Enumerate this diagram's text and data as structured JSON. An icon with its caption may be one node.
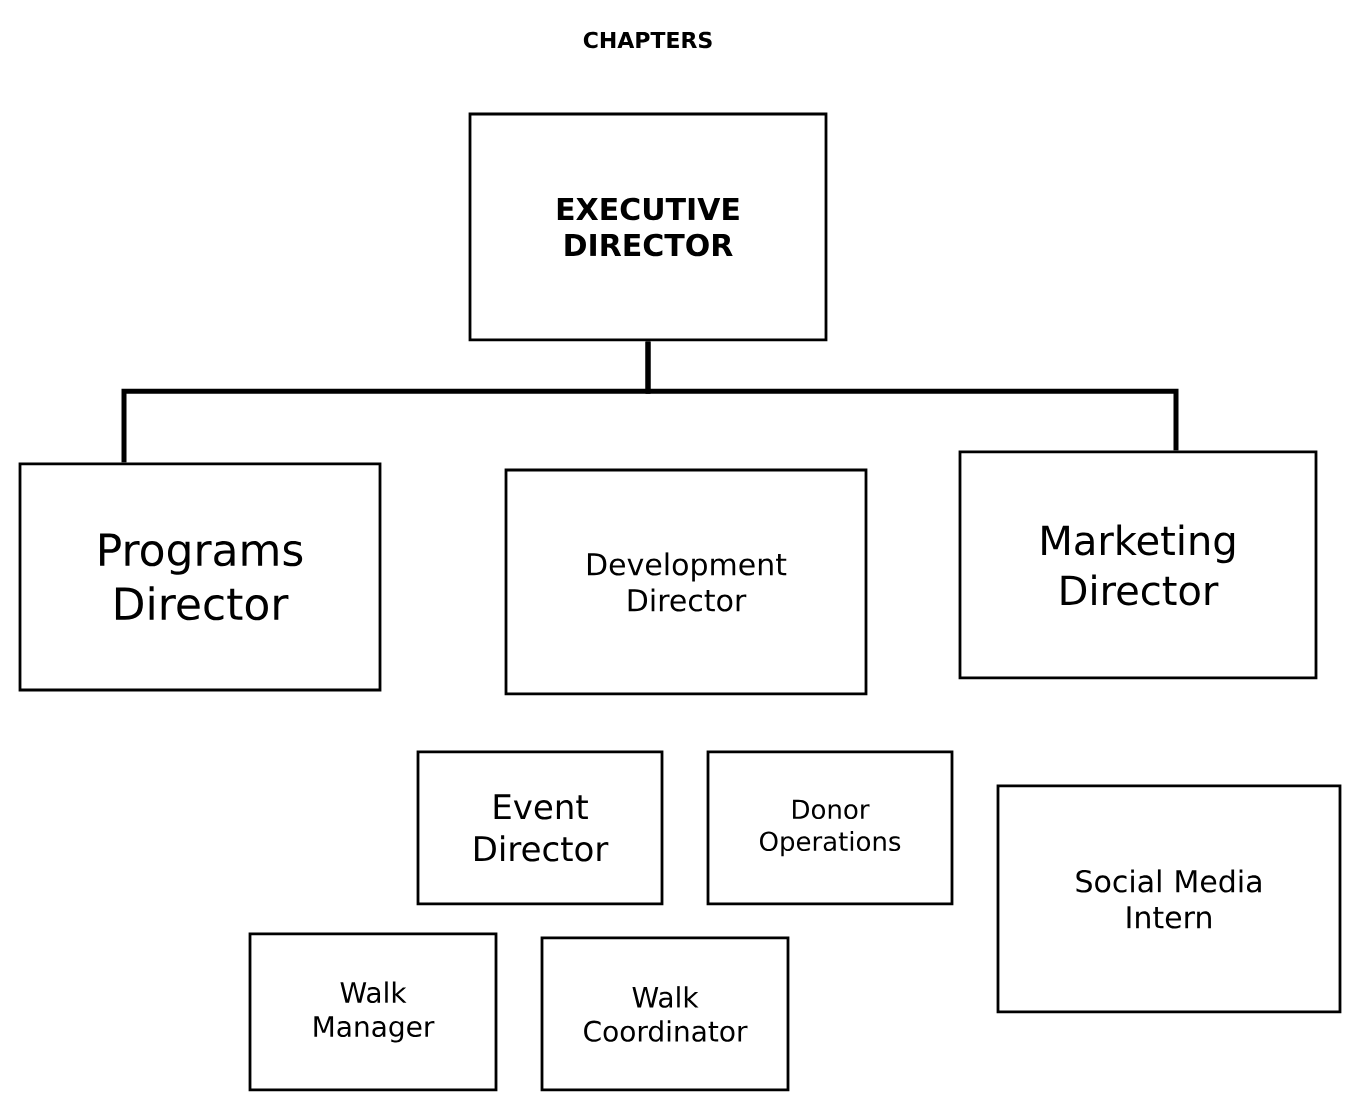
{
  "diagram": {
    "title": "CHAPTERS",
    "nodes": [
      {
        "text": [
          "EXECUTIVE DIRECTOR"
        ]
      },
      {
        "text": [
          "Programs Director"
        ]
      },
      {
        "text": [
          "Development Director"
        ]
      },
      {
        "text": [
          "Marketing Director"
        ]
      },
      {
        "text": [
          "Event Director"
        ]
      },
      {
        "text": [
          "Donor Operations"
        ]
      },
      {
        "text": [
          "Social Media Intern"
        ]
      },
      {
        "text": [
          "Walk Manager"
        ]
      },
      {
        "text": [
          "Walk Coordinator"
        ]
      }
    ],
    "edges": [
      {
        "from": 0,
        "to": 1,
        "arrow": "none"
      },
      {
        "from": 0,
        "to": 3,
        "arrow": "none"
      }
    ]
  }
}
